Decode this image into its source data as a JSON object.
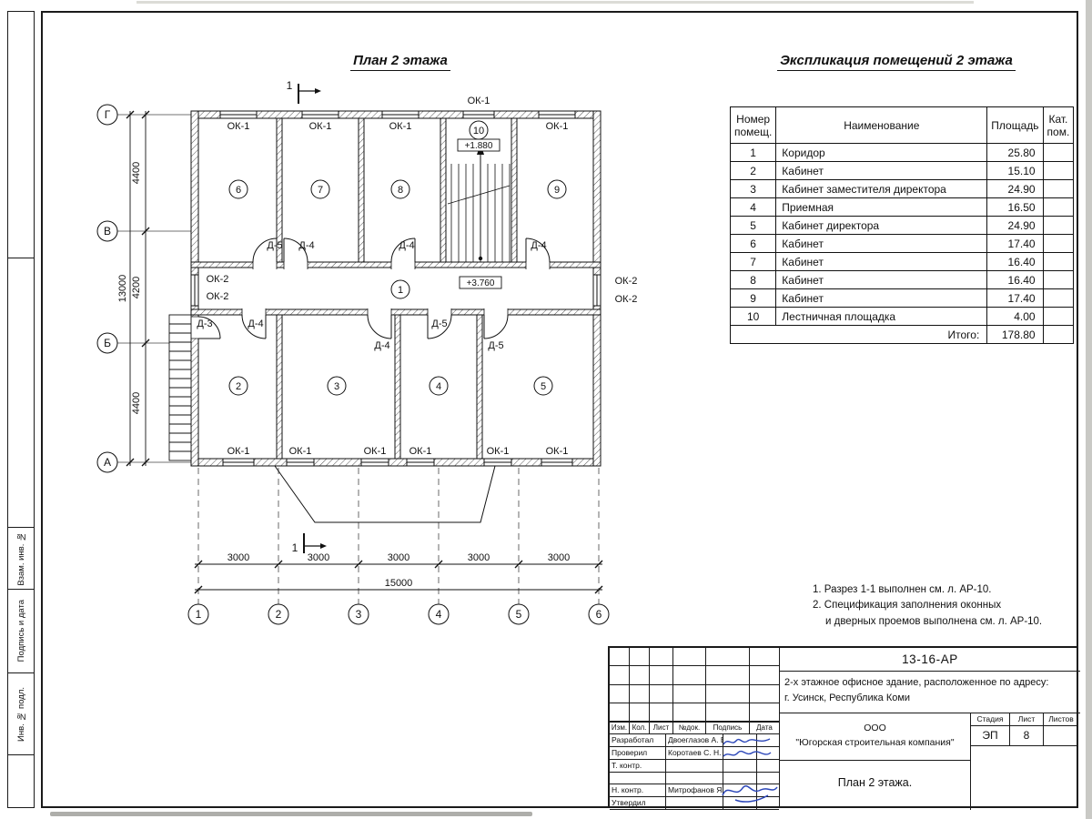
{
  "titles": {
    "plan": "План 2 этажа",
    "explication": "Экспликация помещений 2 этажа"
  },
  "labels": {
    "ok1": "ОК-1",
    "ok2": "ОК-2",
    "d3": "Д-3",
    "d4": "Д-4",
    "d5": "Д-5",
    "section": "1",
    "elev_stair": "+1.880",
    "elev_corridor": "+3.760"
  },
  "plan": {
    "room_numbers": [
      "1",
      "2",
      "3",
      "4",
      "5",
      "6",
      "7",
      "8",
      "9",
      "10"
    ],
    "axis_rows": [
      "Г",
      "В",
      "Б",
      "А"
    ],
    "axis_cols": [
      "1",
      "2",
      "3",
      "4",
      "5",
      "6"
    ],
    "dims_left": [
      "4400",
      "4200",
      "4400"
    ],
    "dims_left_total": "13000",
    "dims_bottom": [
      "3000",
      "3000",
      "3000",
      "3000",
      "3000"
    ],
    "dims_bottom_total": "15000"
  },
  "explication": {
    "headers": [
      "Номер помещ.",
      "Наименование",
      "Площадь",
      "Кат. пом."
    ],
    "rows": [
      {
        "num": "1",
        "name": "Коридор",
        "area": "25.80",
        "cat": ""
      },
      {
        "num": "2",
        "name": "Кабинет",
        "area": "15.10",
        "cat": ""
      },
      {
        "num": "3",
        "name": "Кабинет заместителя директора",
        "area": "24.90",
        "cat": ""
      },
      {
        "num": "4",
        "name": "Приемная",
        "area": "16.50",
        "cat": ""
      },
      {
        "num": "5",
        "name": "Кабинет директора",
        "area": "24.90",
        "cat": ""
      },
      {
        "num": "6",
        "name": "Кабинет",
        "area": "17.40",
        "cat": ""
      },
      {
        "num": "7",
        "name": "Кабинет",
        "area": "16.40",
        "cat": ""
      },
      {
        "num": "8",
        "name": "Кабинет",
        "area": "16.40",
        "cat": ""
      },
      {
        "num": "9",
        "name": "Кабинет",
        "area": "17.40",
        "cat": ""
      },
      {
        "num": "10",
        "name": "Лестничная площадка",
        "area": "4.00",
        "cat": ""
      }
    ],
    "total_label": "Итого:",
    "total_value": "178.80"
  },
  "notes": {
    "line1": "1. Разрез 1-1 выполнен см. л. АР-10.",
    "line2": "2. Спецификация заполнения оконных",
    "line3": "и дверных проемов выполнена см. л. АР-10."
  },
  "titleblock": {
    "doc_number": "13-16-АР",
    "description_line1": "2-х этажное офисное здание, расположенное по адресу:",
    "description_line2": "г. Усинск, Республика Коми",
    "rev_headers": [
      "Изм.",
      "Кол.",
      "Лист",
      "№док.",
      "Подпись",
      "Дата"
    ],
    "roles": [
      {
        "role": "Разработал",
        "name": "Двоеглазов А. В."
      },
      {
        "role": "Проверил",
        "name": "Коротаев С. Н."
      },
      {
        "role": "Т. контр.",
        "name": ""
      },
      {
        "role": "",
        "name": ""
      },
      {
        "role": "Н. контр.",
        "name": "Митрофанов Я. А."
      },
      {
        "role": "Утвердил",
        "name": ""
      }
    ],
    "company_line1": "ООО",
    "company_line2": "\"Югорская строительная компания\"",
    "stage_header": "Стадия",
    "sheet_header": "Лист",
    "sheets_header": "Листов",
    "stage_value": "ЭП",
    "sheet_value": "8",
    "sheets_value": "",
    "drawing_title": "План 2 этажа."
  },
  "side_strip": {
    "box1": "Взам. инв. №",
    "box2": "Подпись и дата",
    "box3": "Инв. № подл."
  }
}
